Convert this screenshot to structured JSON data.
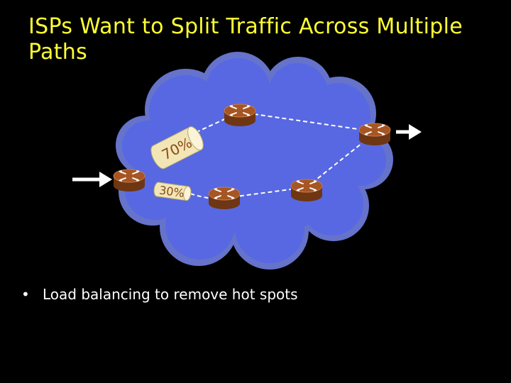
{
  "slide": {
    "title_line1": "ISPs Want to Split Traffic Across Multiple",
    "title_line2": "Paths",
    "bullet_marker": "•",
    "bullet_text": "Load balancing to remove hot spots"
  },
  "diagram": {
    "label_top_path": "70%",
    "label_bottom_path": "30%",
    "router_icon": "router-icon",
    "arrow_icon": "arrow-right-icon",
    "colors": {
      "background": "#000000",
      "title": "#ffff33",
      "cloud": "#5a6ce6",
      "cloud_outline": "#8d9ae8",
      "router": "#9a4e1e",
      "path_line": "#ffffff",
      "traffic_tube": "#f4ebc4"
    }
  }
}
